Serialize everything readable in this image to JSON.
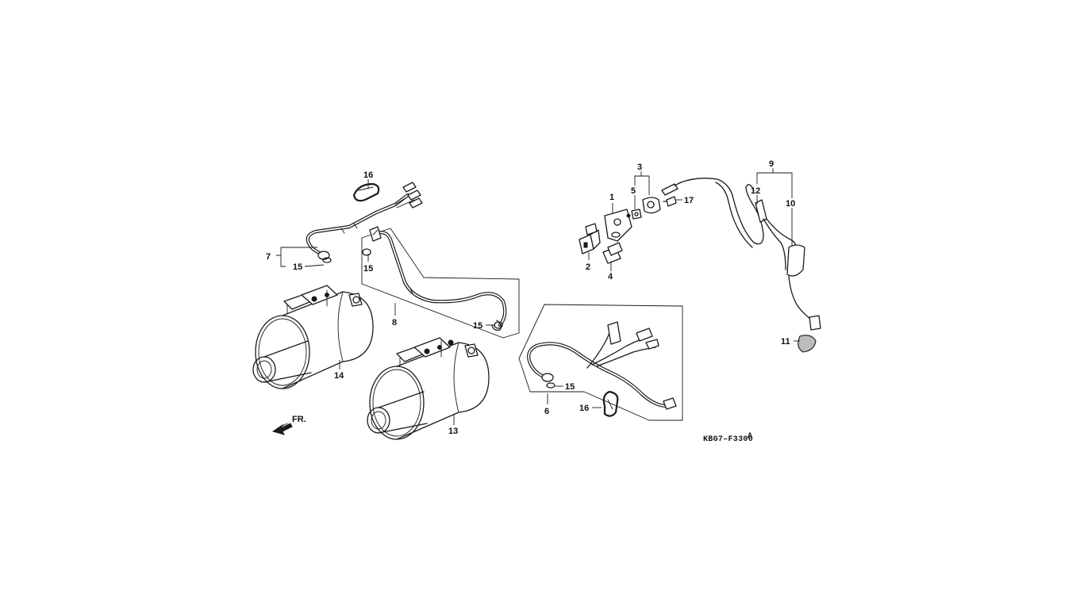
{
  "diagram": {
    "figure_code": "KBG7–F3300",
    "figure_suffix": "A",
    "direction_label": "FR.",
    "callouts": {
      "c1": "1",
      "c2": "2",
      "c3": "3",
      "c4": "4",
      "c5": "5",
      "c6": "6",
      "c7": "7",
      "c8": "8",
      "c9": "9",
      "c10": "10",
      "c11": "11",
      "c12": "12",
      "c13": "13",
      "c14": "14",
      "c15a": "15",
      "c15b": "15",
      "c15c": "15",
      "c15d": "15",
      "c16a": "16",
      "c16b": "16",
      "c17": "17"
    }
  }
}
